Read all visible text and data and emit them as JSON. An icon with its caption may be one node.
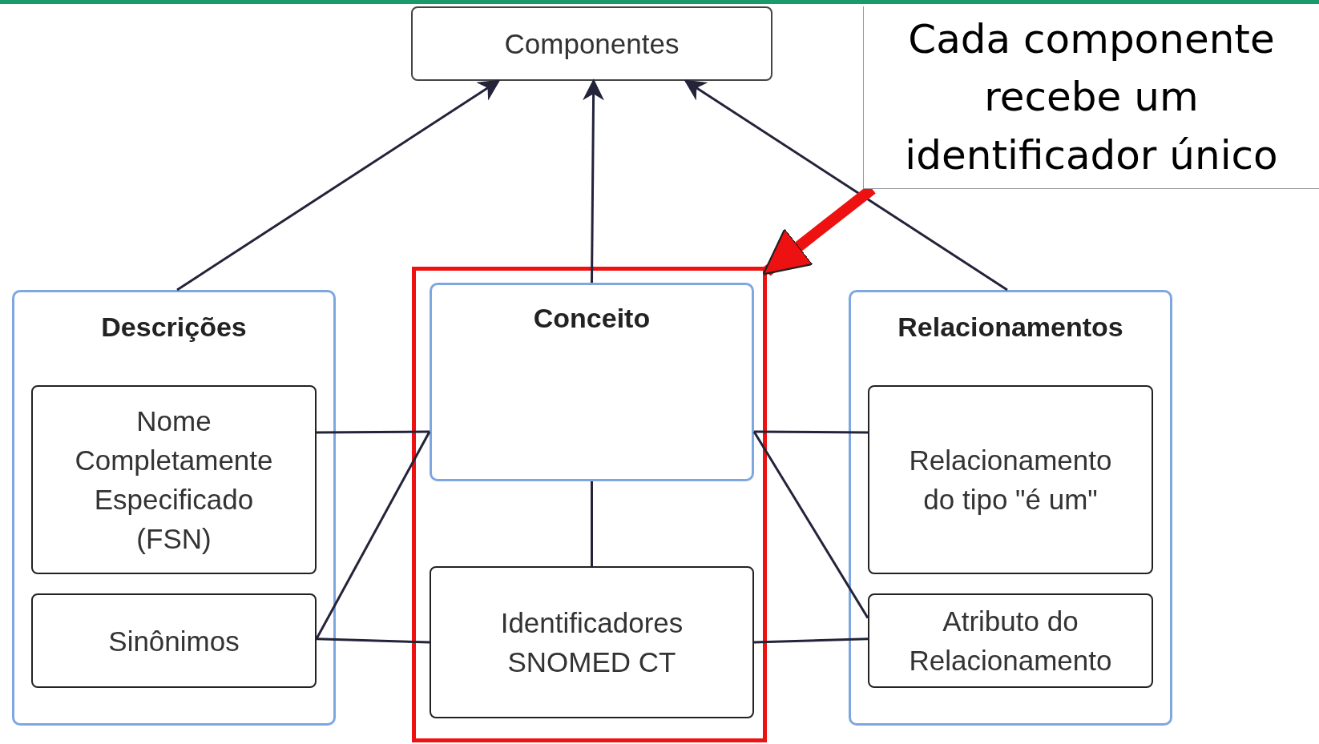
{
  "diagram": {
    "nodes": [
      {
        "text": [
          "Componentes"
        ]
      },
      {
        "text": [
          "Cada componente recebe um identificador único"
        ]
      },
      {
        "text": [
          "Descrições"
        ]
      },
      {
        "text": [
          "Nome Completamente Especificado (FSN)"
        ],
        "in": 2
      },
      {
        "text": [
          "Sinônimos"
        ],
        "in": 2
      },
      {
        "text": [],
        "shape": "box"
      },
      {
        "text": [
          "Conceito"
        ],
        "in": 5
      },
      {
        "text": [
          "Identificadores SNOMED CT"
        ],
        "in": 5
      },
      {
        "text": [
          "Relacionamentos"
        ]
      },
      {
        "text": [
          "Relacionamento do tipo \"é um\""
        ],
        "in": 8
      },
      {
        "text": [
          "Atributo do Relacionamento"
        ],
        "in": 8
      }
    ],
    "edges": [
      {
        "from": 2,
        "to": 0,
        "arrow": "to"
      },
      {
        "from": 6,
        "to": 0,
        "arrow": "to"
      },
      {
        "from": 8,
        "to": 0,
        "arrow": "to"
      },
      {
        "from": 3,
        "to": 6,
        "arrow": "none"
      },
      {
        "from": 4,
        "to": 6,
        "arrow": "none"
      },
      {
        "from": 4,
        "to": 7,
        "arrow": "none"
      },
      {
        "from": 6,
        "to": 7,
        "arrow": "none"
      },
      {
        "from": 6,
        "to": 9,
        "arrow": "none"
      },
      {
        "from": 6,
        "to": 10,
        "arrow": "none"
      },
      {
        "from": 7,
        "to": 10,
        "arrow": "none"
      },
      {
        "from": 1,
        "to": 5,
        "arrow": "to",
        "style": "thick",
        "color": "#ee1111"
      }
    ]
  }
}
